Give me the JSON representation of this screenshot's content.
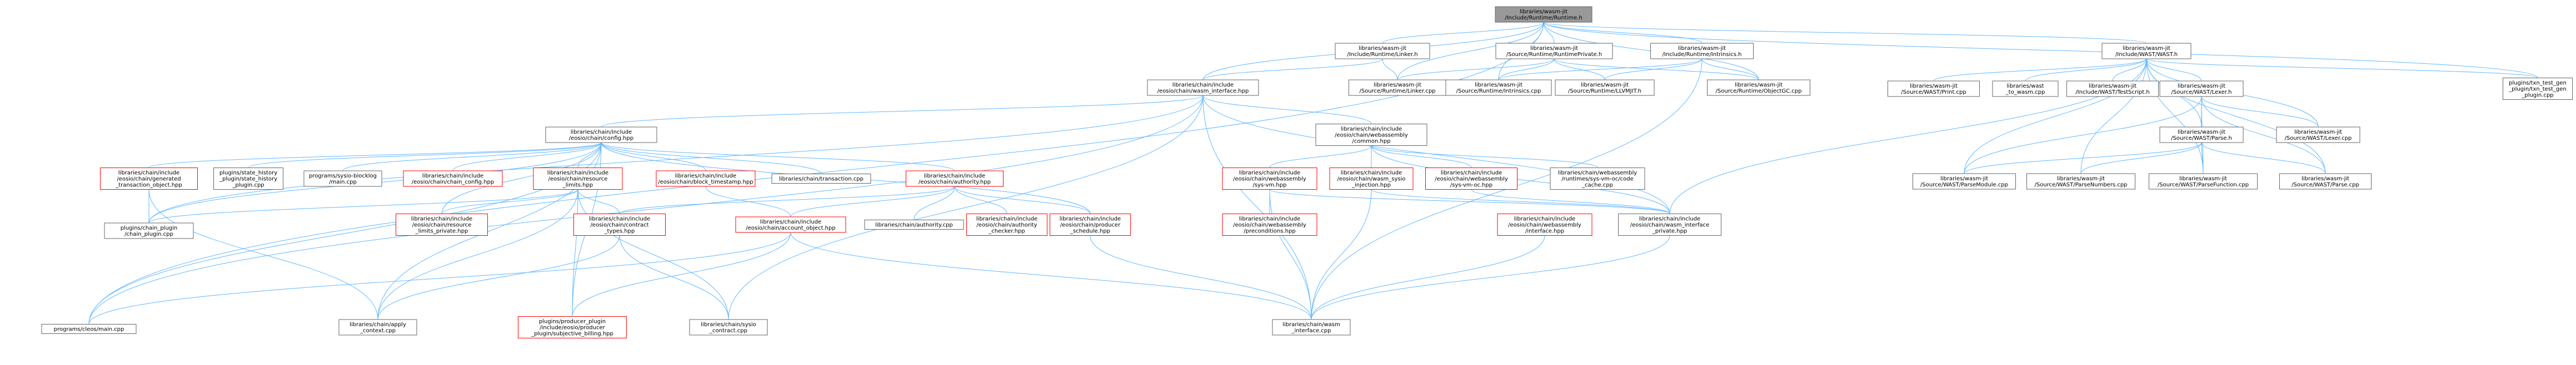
{
  "colors": {
    "edge": "#63b8ff",
    "normal_fill": "#ffffff",
    "normal_stroke": "#666666",
    "highlight_fill": "#999999",
    "red_stroke": "#ff0000"
  },
  "nodes": [
    {
      "id": "runtime_h",
      "lines": [
        "libraries/wasm-jit",
        "/Include/Runtime/Runtime.h"
      ],
      "style": "highlight"
    },
    {
      "id": "pg_main",
      "lines": [
        "programs/cleos/main.cpp"
      ],
      "style": "normal"
    },
    {
      "id": "linker_h",
      "lines": [
        "libraries/wasm-jit",
        "/Include/Runtime/Linker.h"
      ],
      "style": "normal"
    },
    {
      "id": "runtimepriv_h",
      "lines": [
        "libraries/wasm-jit",
        "/Source/Runtime/RuntimePrivate.h"
      ],
      "style": "normal"
    },
    {
      "id": "intrinsics_h",
      "lines": [
        "libraries/wasm-jit",
        "/Include/Runtime/Intrinsics.h"
      ],
      "style": "normal"
    },
    {
      "id": "wast_h",
      "lines": [
        "libraries/wasm-jit",
        "/Include/WAST/WAST.h"
      ],
      "style": "normal"
    },
    {
      "id": "wasm_iface_hpp",
      "lines": [
        "libraries/chain/include",
        "/eosio/chain/wasm_interface.hpp"
      ],
      "style": "normal"
    },
    {
      "id": "linker_cpp",
      "lines": [
        "libraries/wasm-jit",
        "/Source/Runtime/Linker.cpp"
      ],
      "style": "normal"
    },
    {
      "id": "intrinsics_cpp",
      "lines": [
        "libraries/wasm-jit",
        "/Source/Runtime/Intrinsics.cpp"
      ],
      "style": "normal"
    },
    {
      "id": "llvmjit",
      "lines": [
        "libraries/wasm-jit",
        "/Source/Runtime/LLVMJIT.h"
      ],
      "style": "normal"
    },
    {
      "id": "objectgc",
      "lines": [
        "libraries/wasm-jit",
        "/Source/Runtime/ObjectGC.cpp"
      ],
      "style": "normal"
    },
    {
      "id": "wast_print",
      "lines": [
        "libraries/wasm-jit",
        "/Source/WAST/Print.cpp"
      ],
      "style": "normal"
    },
    {
      "id": "wast_to_wasm",
      "lines": [
        "libraries/wast",
        "_to_wasm.cpp"
      ],
      "style": "normal"
    },
    {
      "id": "wast_testscript",
      "lines": [
        "libraries/wasm-jit",
        "/Include/WAST/TestScript.h"
      ],
      "style": "normal"
    },
    {
      "id": "wast_lexer_h",
      "lines": [
        "libraries/wasm-jit",
        "/Source/WAST/Lexer.h"
      ],
      "style": "normal"
    },
    {
      "id": "txn_test_gen",
      "lines": [
        "plugins/txn_test_gen",
        "_plugin/txn_test_gen",
        "_plugin.cpp"
      ],
      "style": "normal"
    },
    {
      "id": "config_hpp",
      "lines": [
        "libraries/chain/include",
        "/eosio/chain/config.hpp"
      ],
      "style": "normal"
    },
    {
      "id": "wasm_common",
      "lines": [
        "libraries/chain/include",
        "/eosio/chain/webassembly",
        "/common.hpp"
      ],
      "style": "normal"
    },
    {
      "id": "wast_parse_h",
      "lines": [
        "libraries/wasm-jit",
        "/Source/WAST/Parse.h"
      ],
      "style": "normal"
    },
    {
      "id": "wast_lexer_cpp",
      "lines": [
        "libraries/wasm-jit",
        "/Source/WAST/Lexer.cpp"
      ],
      "style": "normal"
    },
    {
      "id": "gen_txn_obj",
      "lines": [
        "libraries/chain/include",
        "/eosio/chain/generated",
        "_transaction_object.hpp"
      ],
      "style": "red"
    },
    {
      "id": "state_history",
      "lines": [
        "plugins/state_history",
        "_plugin/state_history",
        "_plugin.cpp"
      ],
      "style": "normal"
    },
    {
      "id": "sysio_blocklog",
      "lines": [
        "programs/sysio-blocklog",
        "/main.cpp"
      ],
      "style": "normal"
    },
    {
      "id": "chain_config",
      "lines": [
        "libraries/chain/include",
        "/eosio/chain/chain_config.hpp"
      ],
      "style": "red"
    },
    {
      "id": "resource_limits",
      "lines": [
        "libraries/chain/include",
        "/eosio/chain/resource",
        "_limits.hpp"
      ],
      "style": "red"
    },
    {
      "id": "block_timestamp",
      "lines": [
        "libraries/chain/include",
        "/eosio/chain/block_timestamp.hpp"
      ],
      "style": "red"
    },
    {
      "id": "transaction_cpp",
      "lines": [
        "libraries/chain/transaction.cpp"
      ],
      "style": "normal"
    },
    {
      "id": "authority_hpp",
      "lines": [
        "libraries/chain/include",
        "/eosio/chain/authority.hpp"
      ],
      "style": "red"
    },
    {
      "id": "sys_vm",
      "lines": [
        "libraries/chain/include",
        "/eosio/chain/webassembly",
        "/sys-vm.hpp"
      ],
      "style": "red"
    },
    {
      "id": "wasm_eosio_inj",
      "lines": [
        "libraries/chain/include",
        "/eosio/chain/wasm_sysio",
        "_injection.hpp"
      ],
      "style": "red"
    },
    {
      "id": "sys_vm_oc",
      "lines": [
        "libraries/chain/include",
        "/eosio/chain/webassembly",
        "/sys-vm-oc.hpp"
      ],
      "style": "red"
    },
    {
      "id": "sys_vm_oc_cache",
      "lines": [
        "libraries/chain/webassembly",
        "/runtimes/sys-vm-oc/code",
        "_cache.cpp"
      ],
      "style": "normal"
    },
    {
      "id": "wast_parsemodule",
      "lines": [
        "libraries/wasm-jit",
        "/Source/WAST/ParseModule.cpp"
      ],
      "style": "normal"
    },
    {
      "id": "wast_parsenumbers",
      "lines": [
        "libraries/wasm-jit",
        "/Source/WAST/ParseNumbers.cpp"
      ],
      "style": "normal"
    },
    {
      "id": "wast_parsefunction",
      "lines": [
        "libraries/wasm-jit",
        "/Source/WAST/ParseFunction.cpp"
      ],
      "style": "normal"
    },
    {
      "id": "wast_parse_cpp",
      "lines": [
        "libraries/wasm-jit",
        "/Source/WAST/Parse.cpp"
      ],
      "style": "normal"
    },
    {
      "id": "wasm_iface_private",
      "lines": [
        "libraries/chain/include",
        "/eosio/chain/wasm_interface",
        "_private.hpp"
      ],
      "style": "normal"
    },
    {
      "id": "chain_plugin",
      "lines": [
        "plugins/chain_plugin",
        "/chain_plugin.cpp"
      ],
      "style": "normal"
    },
    {
      "id": "resource_limits_private",
      "lines": [
        "libraries/chain/include",
        "/eosio/chain/resource",
        "_limits_private.hpp"
      ],
      "style": "red"
    },
    {
      "id": "contract_types",
      "lines": [
        "libraries/chain/include",
        "/eosio/chain/contract",
        "_types.hpp"
      ],
      "style": "red"
    },
    {
      "id": "account_object",
      "lines": [
        "libraries/chain/include",
        "/eosio/chain/account_object.hpp"
      ],
      "style": "red"
    },
    {
      "id": "authority_cpp",
      "lines": [
        "libraries/chain/authority.cpp"
      ],
      "style": "normal"
    },
    {
      "id": "authority_checker",
      "lines": [
        "libraries/chain/include",
        "/eosio/chain/authority",
        "_checker.hpp"
      ],
      "style": "red"
    },
    {
      "id": "producer_schedule",
      "lines": [
        "libraries/chain/include",
        "/eosio/chain/producer",
        "_schedule.hpp"
      ],
      "style": "red"
    },
    {
      "id": "wasm_precond",
      "lines": [
        "libraries/chain/include",
        "/eosio/chain/webassembly",
        "/preconditions.hpp"
      ],
      "style": "red"
    },
    {
      "id": "wasm_interface_hpp2",
      "lines": [
        "libraries/chain/include",
        "/eosio/chain/webassembly",
        "/interface.hpp"
      ],
      "style": "red"
    },
    {
      "id": "apply_context",
      "lines": [
        "libraries/chain/apply",
        "_context.cpp"
      ],
      "style": "normal"
    },
    {
      "id": "subjective_billing",
      "lines": [
        "plugins/producer_plugin",
        "/include/eosio/producer",
        "_plugin/subjective_billing.hpp"
      ],
      "style": "red"
    },
    {
      "id": "eosio_contract",
      "lines": [
        "libraries/chain/sysio",
        "_contract.cpp"
      ],
      "style": "normal"
    },
    {
      "id": "wasm_interface_cpp",
      "lines": [
        "libraries/chain/wasm",
        "_interface.cpp"
      ],
      "style": "normal"
    }
  ],
  "edges": [
    [
      "runtime_h",
      "pg_main"
    ],
    [
      "runtime_h",
      "linker_h"
    ],
    [
      "runtime_h",
      "runtimepriv_h"
    ],
    [
      "runtime_h",
      "intrinsics_h"
    ],
    [
      "runtime_h",
      "wast_h"
    ],
    [
      "runtime_h",
      "wasm_iface_hpp"
    ],
    [
      "runtime_h",
      "linker_cpp"
    ],
    [
      "runtime_h",
      "intrinsics_cpp"
    ],
    [
      "runtime_h",
      "objectgc"
    ],
    [
      "runtime_h",
      "txn_test_gen"
    ],
    [
      "linker_h",
      "wasm_iface_hpp"
    ],
    [
      "linker_h",
      "linker_cpp"
    ],
    [
      "runtimepriv_h",
      "linker_cpp"
    ],
    [
      "runtimepriv_h",
      "intrinsics_cpp"
    ],
    [
      "runtimepriv_h",
      "llvmjit"
    ],
    [
      "runtimepriv_h",
      "objectgc"
    ],
    [
      "intrinsics_h",
      "intrinsics_cpp"
    ],
    [
      "intrinsics_h",
      "llvmjit"
    ],
    [
      "intrinsics_h",
      "objectgc"
    ],
    [
      "intrinsics_h",
      "wasm_interface_cpp"
    ],
    [
      "wast_h",
      "wasm_iface_private"
    ],
    [
      "wast_h",
      "wast_print"
    ],
    [
      "wast_h",
      "wast_to_wasm"
    ],
    [
      "wast_h",
      "wast_testscript"
    ],
    [
      "wast_h",
      "wast_lexer_h"
    ],
    [
      "wast_h",
      "wast_parse_h"
    ],
    [
      "wast_h",
      "wast_lexer_cpp"
    ],
    [
      "wast_h",
      "wast_parsemodule"
    ],
    [
      "wast_h",
      "wast_parsenumbers"
    ],
    [
      "wast_h",
      "wast_parsefunction"
    ],
    [
      "wast_h",
      "wast_parse_cpp"
    ],
    [
      "wast_h",
      "txn_test_gen"
    ],
    [
      "wast_lexer_h",
      "wast_parse_h"
    ],
    [
      "wast_lexer_h",
      "wast_lexer_cpp"
    ],
    [
      "wast_lexer_h",
      "wast_parsemodule"
    ],
    [
      "wast_lexer_h",
      "wast_parsefunction"
    ],
    [
      "wast_lexer_h",
      "wast_parse_cpp"
    ],
    [
      "wast_parse_h",
      "wast_parsemodule"
    ],
    [
      "wast_parse_h",
      "wast_parsenumbers"
    ],
    [
      "wast_parse_h",
      "wast_parsefunction"
    ],
    [
      "wast_parse_h",
      "wast_parse_cpp"
    ],
    [
      "wasm_iface_hpp",
      "config_hpp"
    ],
    [
      "wasm_iface_hpp",
      "wasm_common"
    ],
    [
      "wasm_iface_hpp",
      "pg_main"
    ],
    [
      "wasm_iface_hpp",
      "chain_plugin"
    ],
    [
      "wasm_iface_hpp",
      "wasm_iface_private"
    ],
    [
      "wasm_iface_hpp",
      "wasm_interface_cpp"
    ],
    [
      "wasm_iface_hpp",
      "eosio_contract"
    ],
    [
      "config_hpp",
      "gen_txn_obj"
    ],
    [
      "config_hpp",
      "state_history"
    ],
    [
      "config_hpp",
      "sysio_blocklog"
    ],
    [
      "config_hpp",
      "chain_config"
    ],
    [
      "config_hpp",
      "resource_limits"
    ],
    [
      "config_hpp",
      "block_timestamp"
    ],
    [
      "config_hpp",
      "transaction_cpp"
    ],
    [
      "config_hpp",
      "authority_hpp"
    ],
    [
      "config_hpp",
      "producer_schedule"
    ],
    [
      "config_hpp",
      "pg_main"
    ],
    [
      "config_hpp",
      "chain_plugin"
    ],
    [
      "config_hpp",
      "apply_context"
    ],
    [
      "config_hpp",
      "resource_limits_private"
    ],
    [
      "config_hpp",
      "subjective_billing"
    ],
    [
      "gen_txn_obj",
      "chain_plugin"
    ],
    [
      "gen_txn_obj",
      "apply_context"
    ],
    [
      "resource_limits",
      "resource_limits_private"
    ],
    [
      "resource_limits",
      "chain_plugin"
    ],
    [
      "resource_limits",
      "apply_context"
    ],
    [
      "resource_limits",
      "subjective_billing"
    ],
    [
      "resource_limits",
      "contract_types"
    ],
    [
      "resource_limits",
      "eosio_contract"
    ],
    [
      "block_timestamp",
      "account_object"
    ],
    [
      "authority_hpp",
      "contract_types"
    ],
    [
      "authority_hpp",
      "account_object"
    ],
    [
      "authority_hpp",
      "authority_cpp"
    ],
    [
      "authority_hpp",
      "authority_checker"
    ],
    [
      "authority_hpp",
      "producer_schedule"
    ],
    [
      "contract_types",
      "apply_context"
    ],
    [
      "contract_types",
      "eosio_contract"
    ],
    [
      "account_object",
      "pg_main"
    ],
    [
      "account_object",
      "subjective_billing"
    ],
    [
      "account_object",
      "wasm_interface_cpp"
    ],
    [
      "producer_schedule",
      "wasm_interface_cpp"
    ],
    [
      "wasm_common",
      "sys_vm"
    ],
    [
      "wasm_common",
      "wasm_eosio_inj"
    ],
    [
      "wasm_common",
      "sys_vm_oc"
    ],
    [
      "wasm_common",
      "sys_vm_oc_cache"
    ],
    [
      "wasm_common",
      "wasm_iface_private"
    ],
    [
      "sys_vm",
      "wasm_precond"
    ],
    [
      "sys_vm",
      "wasm_interface_cpp"
    ],
    [
      "sys_vm",
      "wasm_iface_private"
    ],
    [
      "wasm_eosio_inj",
      "wasm_interface_cpp"
    ],
    [
      "wasm_eosio_inj",
      "wasm_iface_private"
    ],
    [
      "sys_vm_oc",
      "wasm_iface_private"
    ],
    [
      "wasm_interface_hpp2",
      "wasm_interface_cpp"
    ],
    [
      "wasm_iface_private",
      "wasm_interface_cpp"
    ]
  ]
}
